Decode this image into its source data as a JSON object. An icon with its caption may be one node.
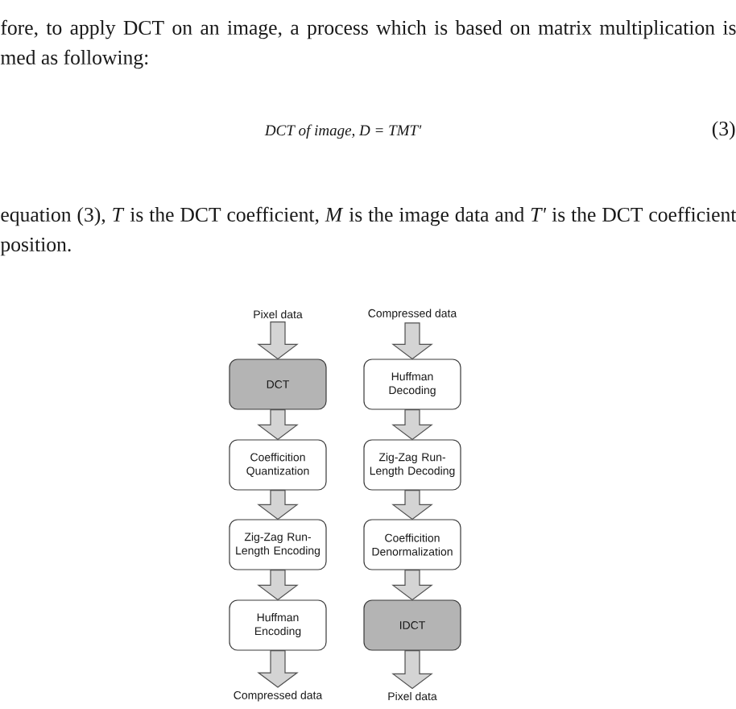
{
  "diagram": {
    "nodes": [
      {
        "text": [
          "Pixel data"
        ]
      },
      {
        "text": [
          "DCT"
        ]
      },
      {
        "text": [
          "Coefficition Quantization"
        ]
      },
      {
        "text": [
          "Zig-Zag Run-Length Encoding"
        ]
      },
      {
        "text": [
          "Huffman Encoding"
        ]
      },
      {
        "text": [
          "Compressed data"
        ]
      },
      {
        "text": [
          "Compressed data"
        ]
      },
      {
        "text": [
          "Huffman Decoding"
        ]
      },
      {
        "text": [
          "Zig-Zag Run-Length Decoding"
        ]
      },
      {
        "text": [
          "Coefficition Denormalization"
        ]
      },
      {
        "text": [
          "IDCT"
        ]
      },
      {
        "text": [
          "Pixel data"
        ]
      }
    ],
    "edges": [
      {
        "from": 0,
        "to": 1,
        "arrow": "to"
      },
      {
        "from": 1,
        "to": 2,
        "arrow": "to"
      },
      {
        "from": 2,
        "to": 3,
        "arrow": "to"
      },
      {
        "from": 3,
        "to": 4,
        "arrow": "to"
      },
      {
        "from": 4,
        "to": 5,
        "arrow": "to"
      },
      {
        "from": 6,
        "to": 7,
        "arrow": "to"
      },
      {
        "from": 7,
        "to": 8,
        "arrow": "to"
      },
      {
        "from": 8,
        "to": 9,
        "arrow": "to"
      },
      {
        "from": 9,
        "to": 10,
        "arrow": "to"
      },
      {
        "from": 10,
        "to": 11,
        "arrow": "to"
      }
    ],
    "labels": [
      "fore, to apply DCT on an image, a process which is based on matrix multiplication is med as following:",
      "DCT of image, D = TMT'",
      "(3)",
      "equation (3), *T* is the DCT coefficient, *M* is the image data and *T'* is the DCT coefficient position."
    ]
  }
}
